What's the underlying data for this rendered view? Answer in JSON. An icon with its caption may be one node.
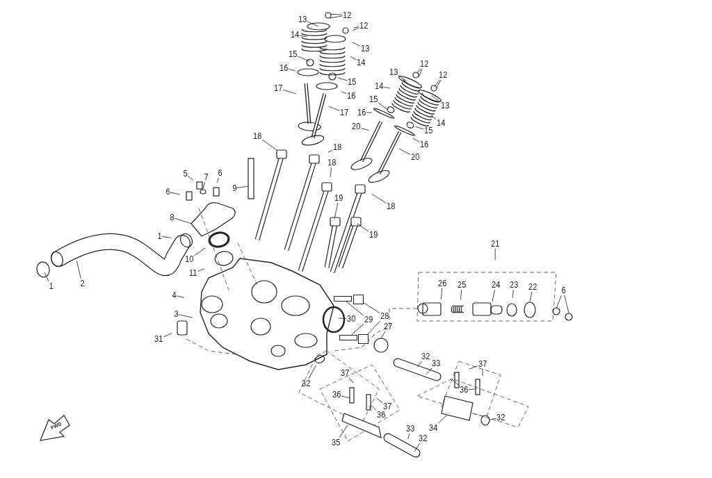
{
  "diagram": {
    "nodes": [
      {
        "text": [
          "12"
        ]
      },
      {
        "text": [
          "13"
        ]
      },
      {
        "text": [
          "12"
        ]
      },
      {
        "text": [
          "14"
        ]
      },
      {
        "text": [
          "13"
        ]
      },
      {
        "text": [
          "15"
        ]
      },
      {
        "text": [
          "14"
        ]
      },
      {
        "text": [
          "12"
        ]
      },
      {
        "text": [
          "16"
        ]
      },
      {
        "text": [
          "12"
        ]
      },
      {
        "text": [
          "13"
        ]
      },
      {
        "text": [
          "15"
        ]
      },
      {
        "text": [
          "14"
        ]
      },
      {
        "text": [
          "17"
        ]
      },
      {
        "text": [
          "16"
        ]
      },
      {
        "text": [
          "15"
        ]
      },
      {
        "text": [
          "13"
        ]
      },
      {
        "text": [
          "16"
        ]
      },
      {
        "text": [
          "17"
        ]
      },
      {
        "text": [
          "14"
        ]
      },
      {
        "text": [
          "20"
        ]
      },
      {
        "text": [
          "15"
        ]
      },
      {
        "text": [
          "18"
        ]
      },
      {
        "text": [
          "16"
        ]
      },
      {
        "text": [
          "18"
        ]
      },
      {
        "text": [
          "20"
        ]
      },
      {
        "text": [
          "18"
        ]
      },
      {
        "text": [
          "5"
        ]
      },
      {
        "text": [
          "7"
        ]
      },
      {
        "text": [
          "6"
        ]
      },
      {
        "text": [
          "9"
        ]
      },
      {
        "text": [
          "6"
        ]
      },
      {
        "text": [
          "19"
        ]
      },
      {
        "text": [
          "18"
        ]
      },
      {
        "text": [
          "8"
        ]
      },
      {
        "text": [
          "1"
        ]
      },
      {
        "text": [
          "19"
        ]
      },
      {
        "text": [
          "21"
        ]
      },
      {
        "text": [
          "10"
        ]
      },
      {
        "text": [
          "11"
        ]
      },
      {
        "text": [
          "1"
        ]
      },
      {
        "text": [
          "2"
        ]
      },
      {
        "text": [
          "26"
        ]
      },
      {
        "text": [
          "25"
        ]
      },
      {
        "text": [
          "24"
        ]
      },
      {
        "text": [
          "23"
        ]
      },
      {
        "text": [
          "22"
        ]
      },
      {
        "text": [
          "6"
        ]
      },
      {
        "text": [
          "4"
        ]
      },
      {
        "text": [
          "3"
        ]
      },
      {
        "text": [
          "28"
        ]
      },
      {
        "text": [
          "30"
        ]
      },
      {
        "text": [
          "29"
        ]
      },
      {
        "text": [
          "27"
        ]
      },
      {
        "text": [
          "31"
        ]
      },
      {
        "text": [
          "32"
        ]
      },
      {
        "text": [
          "33"
        ]
      },
      {
        "text": [
          "37"
        ]
      },
      {
        "text": [
          "37"
        ]
      },
      {
        "text": [
          "32"
        ]
      },
      {
        "text": [
          "36"
        ]
      },
      {
        "text": [
          "36"
        ]
      },
      {
        "text": [
          "37"
        ]
      },
      {
        "text": [
          "36"
        ]
      },
      {
        "text": [
          "32"
        ]
      },
      {
        "text": [
          "34"
        ]
      },
      {
        "text": [
          "33"
        ]
      },
      {
        "text": [
          "32"
        ]
      },
      {
        "text": [
          "35"
        ]
      },
      {
        "text": [],
        "shape": "box"
      },
      {
        "text": [],
        "shape": "box"
      },
      {
        "text": [],
        "shape": "box"
      },
      {
        "text": [],
        "shape": "box"
      }
    ],
    "edges": [
      {
        "from": 0,
        "to": null,
        "arrow": "none"
      },
      {
        "from": 0,
        "to": null,
        "arrow": "none"
      },
      {
        "from": 1,
        "to": null,
        "arrow": "none"
      },
      {
        "from": 2,
        "to": null,
        "arrow": "none"
      },
      {
        "from": 2,
        "to": null,
        "arrow": "none"
      },
      {
        "from": 3,
        "to": null,
        "arrow": "none"
      },
      {
        "from": 4,
        "to": null,
        "arrow": "none"
      },
      {
        "from": 5,
        "to": null,
        "arrow": "none"
      },
      {
        "from": 6,
        "to": null,
        "arrow": "none"
      },
      {
        "from": 7,
        "to": null,
        "arrow": "none"
      },
      {
        "from": 7,
        "to": null,
        "arrow": "none"
      },
      {
        "from": 8,
        "to": null,
        "arrow": "none"
      },
      {
        "from": 9,
        "to": null,
        "arrow": "none"
      },
      {
        "from": 9,
        "to": null,
        "arrow": "none"
      },
      {
        "from": 10,
        "to": null,
        "arrow": "none"
      },
      {
        "from": 11,
        "to": null,
        "arrow": "none"
      },
      {
        "from": 12,
        "to": null,
        "arrow": "none"
      },
      {
        "from": 13,
        "to": null,
        "arrow": "none"
      },
      {
        "from": 14,
        "to": null,
        "arrow": "none"
      },
      {
        "from": 15,
        "to": null,
        "arrow": "none"
      },
      {
        "from": 16,
        "to": null,
        "arrow": "none"
      },
      {
        "from": 17,
        "to": null,
        "arrow": "none"
      },
      {
        "from": 18,
        "to": null,
        "arrow": "none"
      },
      {
        "from": 19,
        "to": null,
        "arrow": "none"
      },
      {
        "from": 20,
        "to": null,
        "arrow": "none"
      },
      {
        "from": 21,
        "to": null,
        "arrow": "none"
      },
      {
        "from": 22,
        "to": null,
        "arrow": "none"
      },
      {
        "from": 23,
        "to": null,
        "arrow": "none"
      },
      {
        "from": 24,
        "to": null,
        "arrow": "none"
      },
      {
        "from": 25,
        "to": null,
        "arrow": "none"
      },
      {
        "from": 26,
        "to": null,
        "arrow": "none"
      },
      {
        "from": 27,
        "to": null,
        "arrow": "none"
      },
      {
        "from": 28,
        "to": null,
        "arrow": "none"
      },
      {
        "from": 29,
        "to": null,
        "arrow": "none"
      },
      {
        "from": 30,
        "to": null,
        "arrow": "none"
      },
      {
        "from": 31,
        "to": null,
        "arrow": "none"
      },
      {
        "from": 32,
        "to": null,
        "arrow": "none"
      },
      {
        "from": 33,
        "to": null,
        "arrow": "none"
      },
      {
        "from": 34,
        "to": null,
        "arrow": "none"
      },
      {
        "from": 35,
        "to": null,
        "arrow": "none"
      },
      {
        "from": 36,
        "to": null,
        "arrow": "none"
      },
      {
        "from": 37,
        "to": null,
        "arrow": "none"
      },
      {
        "from": 38,
        "to": null,
        "arrow": "none"
      },
      {
        "from": 39,
        "to": null,
        "arrow": "none"
      },
      {
        "from": 40,
        "to": null,
        "arrow": "none"
      },
      {
        "from": 41,
        "to": null,
        "arrow": "none"
      },
      {
        "from": 42,
        "to": null,
        "arrow": "none"
      },
      {
        "from": 43,
        "to": null,
        "arrow": "none"
      },
      {
        "from": 44,
        "to": null,
        "arrow": "none"
      },
      {
        "from": 45,
        "to": null,
        "arrow": "none"
      },
      {
        "from": 46,
        "to": null,
        "arrow": "none"
      },
      {
        "from": 47,
        "to": null,
        "arrow": "none"
      },
      {
        "from": 47,
        "to": null,
        "arrow": "none"
      },
      {
        "from": 48,
        "to": null,
        "arrow": "none"
      },
      {
        "from": 49,
        "to": null,
        "arrow": "none"
      },
      {
        "from": 50,
        "to": 70,
        "arrow": "none"
      },
      {
        "from": 50,
        "to": 72,
        "arrow": "none"
      },
      {
        "from": 51,
        "to": null,
        "arrow": "none"
      },
      {
        "from": 52,
        "to": 69,
        "arrow": "none"
      },
      {
        "from": 52,
        "to": 71,
        "arrow": "none"
      },
      {
        "from": 53,
        "to": null,
        "arrow": "none"
      },
      {
        "from": 54,
        "to": null,
        "arrow": "none"
      },
      {
        "from": 55,
        "to": null,
        "arrow": "none"
      },
      {
        "from": 56,
        "to": null,
        "arrow": "none"
      },
      {
        "from": 57,
        "to": null,
        "arrow": "none"
      },
      {
        "from": 57,
        "to": null,
        "arrow": "none"
      },
      {
        "from": 58,
        "to": null,
        "arrow": "none"
      },
      {
        "from": 59,
        "to": null,
        "arrow": "none"
      },
      {
        "from": 60,
        "to": null,
        "arrow": "none"
      },
      {
        "from": 61,
        "to": null,
        "arrow": "none"
      },
      {
        "from": 61,
        "to": null,
        "arrow": "none"
      },
      {
        "from": 62,
        "to": null,
        "arrow": "none"
      },
      {
        "from": 63,
        "to": null,
        "arrow": "none"
      },
      {
        "from": 64,
        "to": null,
        "arrow": "none"
      },
      {
        "from": 65,
        "to": null,
        "arrow": "none"
      },
      {
        "from": 66,
        "to": null,
        "arrow": "none"
      },
      {
        "from": 67,
        "to": null,
        "arrow": "none"
      },
      {
        "from": 68,
        "to": null,
        "arrow": "none"
      }
    ],
    "labels": [
      "FWD"
    ]
  }
}
